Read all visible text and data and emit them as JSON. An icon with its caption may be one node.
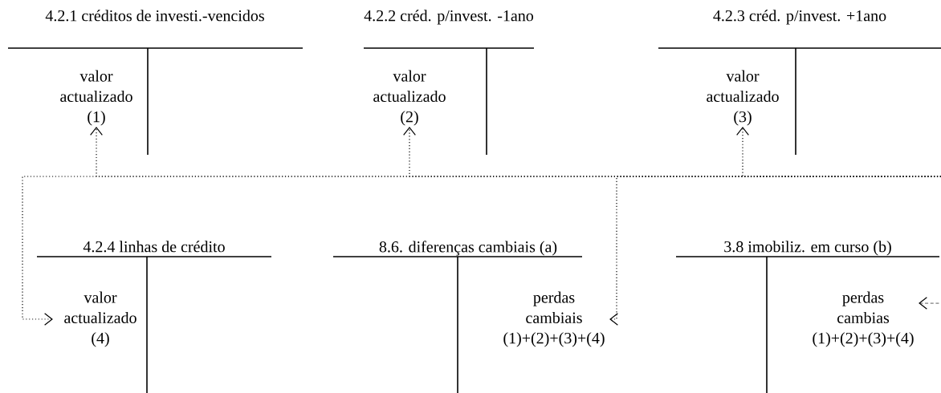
{
  "diagram": {
    "nodes": [
      {
        "text": [
          "4.2.1 créditos de investi.-vencidos"
        ]
      },
      {
        "text": [
          "valor actualizado (1)"
        ],
        "in": 0
      },
      {
        "text": [
          "4.2.2 créd. p/invest. -1ano"
        ]
      },
      {
        "text": [
          "valor actualizado (2)"
        ],
        "in": 2
      },
      {
        "text": [
          "4.2.3 créd. p/invest. +1ano"
        ]
      },
      {
        "text": [
          "valor actualizado (3)"
        ],
        "in": 4
      },
      {
        "text": [
          "4.2.4 linhas de crédito"
        ]
      },
      {
        "text": [
          "valor actualizado (4)"
        ],
        "in": 6
      },
      {
        "text": [
          "8.6. diferenças cambiais (a)"
        ]
      },
      {
        "text": [
          "perdas cambiais (1)+(2)+(3)+(4)"
        ],
        "in": 8
      },
      {
        "text": [
          "3.8 imobiliz. em curso (b)"
        ]
      },
      {
        "text": [
          "perdas cambias (1)+(2)+(3)+(4)"
        ],
        "in": 10
      }
    ],
    "edges": [
      {
        "from": null,
        "to": 1,
        "arrow": "to"
      },
      {
        "from": null,
        "to": 3,
        "arrow": "to"
      },
      {
        "from": null,
        "to": 5,
        "arrow": "to"
      },
      {
        "from": null,
        "to": 7,
        "arrow": "to"
      },
      {
        "from": null,
        "to": 9,
        "arrow": "to"
      },
      {
        "from": null,
        "to": 11,
        "arrow": "to",
        "style": "dashed"
      }
    ]
  }
}
